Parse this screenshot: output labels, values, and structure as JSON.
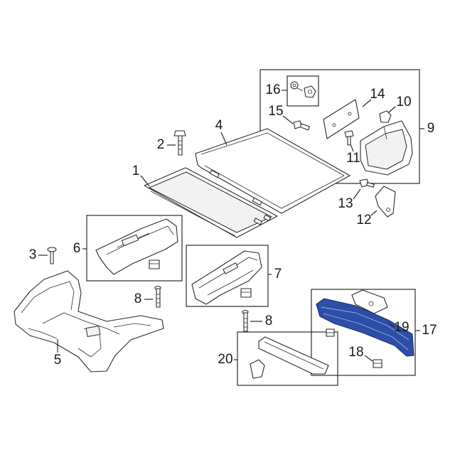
{
  "diagram": {
    "highlight_color": "#2d4fa8",
    "line_color": "#2a2a2a"
  },
  "callouts": [
    {
      "label": "1"
    },
    {
      "label": "2"
    },
    {
      "label": "3"
    },
    {
      "label": "4"
    },
    {
      "label": "5"
    },
    {
      "label": "6"
    },
    {
      "label": "7"
    },
    {
      "label": "8"
    },
    {
      "label": "8"
    },
    {
      "label": "9"
    },
    {
      "label": "10"
    },
    {
      "label": "11"
    },
    {
      "label": "12"
    },
    {
      "label": "13"
    },
    {
      "label": "14"
    },
    {
      "label": "15"
    },
    {
      "label": "16"
    },
    {
      "label": "17"
    },
    {
      "label": "18"
    },
    {
      "label": "19"
    },
    {
      "label": "20"
    }
  ]
}
